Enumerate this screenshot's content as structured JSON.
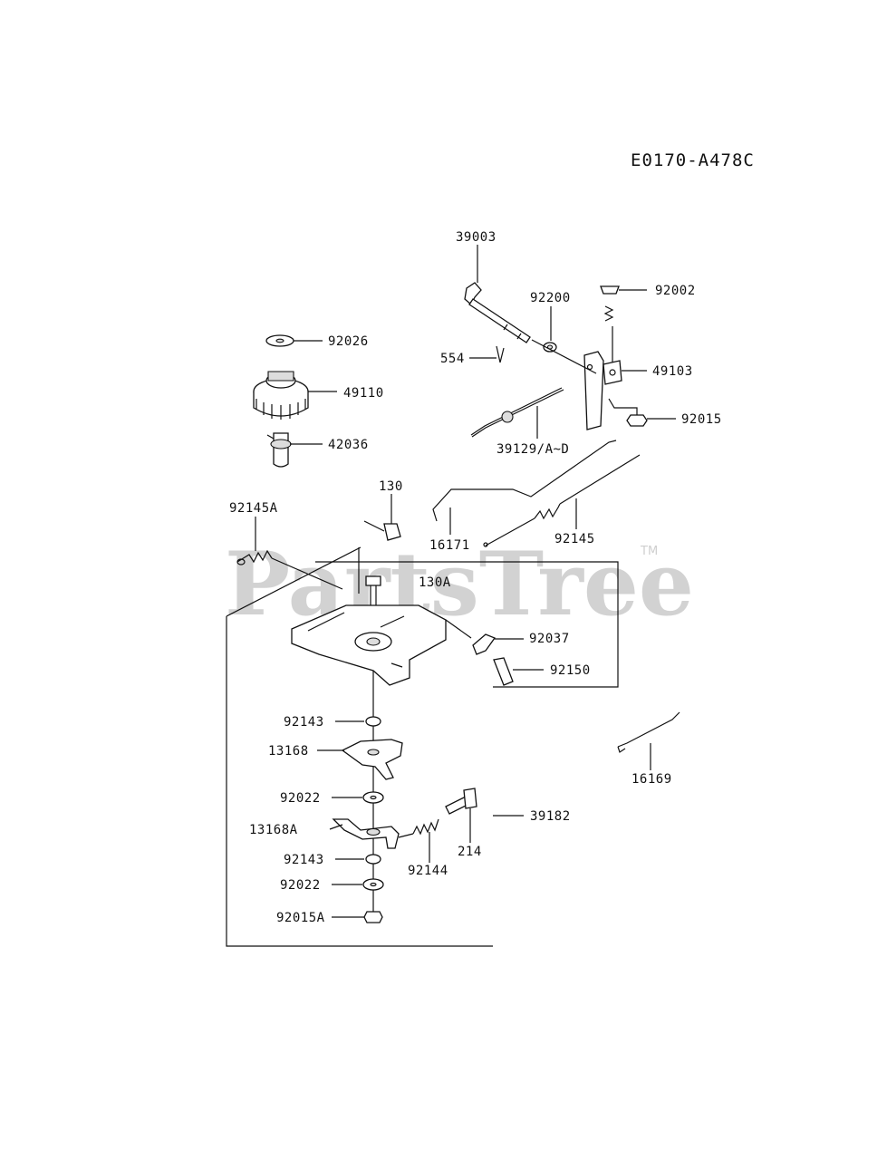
{
  "diagram": {
    "code": "E0170-A478C",
    "watermark": "PartsTree",
    "trademark": "TM",
    "labels": {
      "p39003": "39003",
      "p92200": "92200",
      "p92002": "92002",
      "p554": "554",
      "p49103": "49103",
      "p92026": "92026",
      "p49110": "49110",
      "p92015": "92015",
      "p42036": "42036",
      "p39129": "39129/A~D",
      "p130": "130",
      "p92145A": "92145A",
      "p16171": "16171",
      "p92145": "92145",
      "p130A": "130A",
      "p92037": "92037",
      "p92150": "92150",
      "p92143a": "92143",
      "p13168": "13168",
      "p16169": "16169",
      "p92022a": "92022",
      "p39182": "39182",
      "p13168A": "13168A",
      "p214": "214",
      "p92143b": "92143",
      "p92144": "92144",
      "p92022b": "92022",
      "p92015A": "92015A"
    }
  }
}
